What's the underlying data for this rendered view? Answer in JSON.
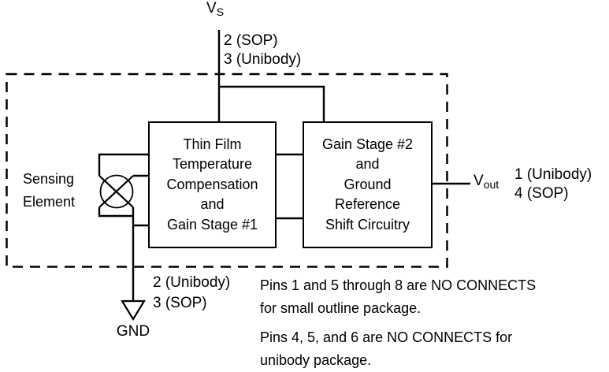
{
  "diagram": {
    "supply": {
      "label_main": "V",
      "label_sub": "S",
      "pins": "2 (SOP)\n3 (Unibody)"
    },
    "sensing": {
      "label": "Sensing\nElement"
    },
    "block1": {
      "text": "Thin Film\nTemperature\nCompensation\nand\nGain Stage #1"
    },
    "block2": {
      "text": "Gain Stage #2\nand\nGround\nReference\nShift Circuitry"
    },
    "output": {
      "label_main": "V",
      "label_sub": "out",
      "pins": "1 (Unibody)\n4 (SOP)"
    },
    "ground": {
      "pins": "2 (Unibody)\n3 (SOP)",
      "label": "GND"
    },
    "notes": [
      "Pins 1 and 5 through 8 are NO CONNECTS\nfor small outline package.",
      "Pins 4, 5, and 6 are NO CONNECTS for\nunibody package."
    ],
    "colors": {
      "line": "#000000",
      "background": "#ffffff"
    }
  }
}
